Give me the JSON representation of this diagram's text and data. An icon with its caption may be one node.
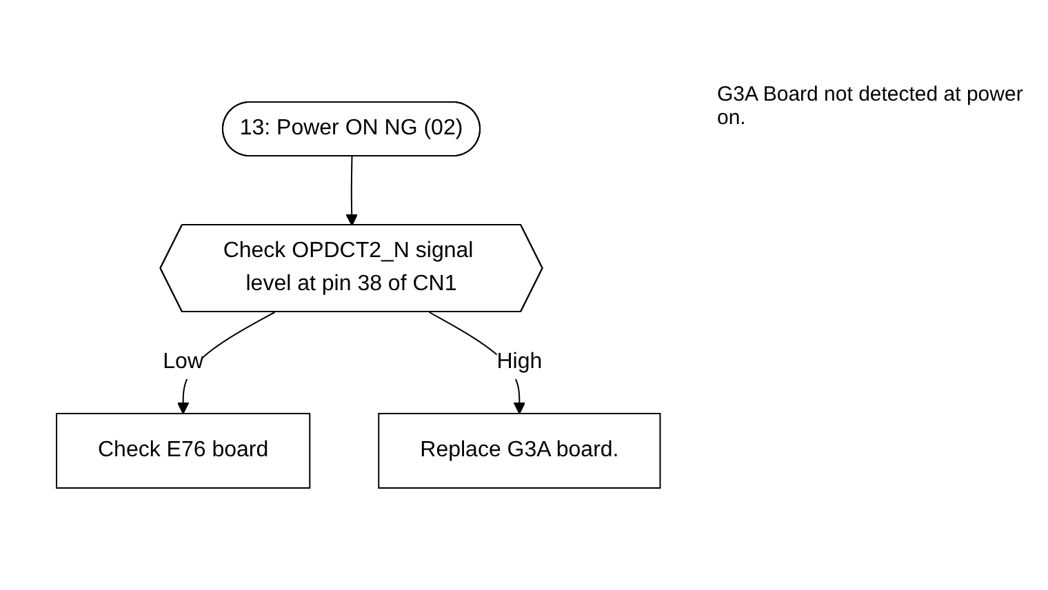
{
  "diagram": {
    "nodes": [
      {
        "text": [
          "13: Power ON NG (02)"
        ]
      },
      {
        "text": [
          "Check OPDCT2_N signal level at pin 38 of CN1"
        ]
      },
      {
        "text": [
          "Check E76 board"
        ]
      },
      {
        "text": [
          "Replace G3A board."
        ]
      }
    ],
    "edges": [
      {
        "from": 0,
        "to": 1,
        "arrow": "to"
      },
      {
        "from": 1,
        "to": 2,
        "label": "Low",
        "arrow": "to"
      },
      {
        "from": 1,
        "to": 3,
        "label": "High",
        "arrow": "to"
      }
    ],
    "labels": [
      "G3A Board not detected at power on."
    ]
  }
}
